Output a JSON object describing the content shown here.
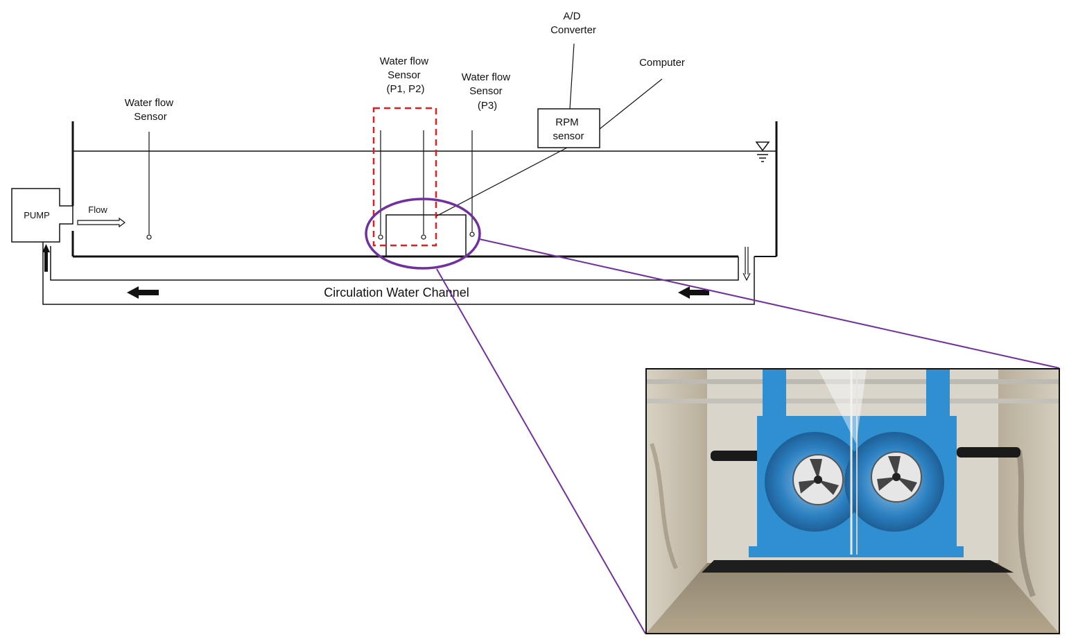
{
  "labels": {
    "ad_converter": [
      "A/D",
      "Converter"
    ],
    "computer": "Computer",
    "sensor_p1p2": [
      "Water flow",
      "Sensor",
      "(P1, P2)"
    ],
    "sensor_p3": [
      "Water flow",
      "Sensor",
      "(P3)"
    ],
    "sensor_inlet": [
      "Water flow",
      "Sensor"
    ],
    "rpm_sensor": [
      "RPM",
      "sensor"
    ],
    "pump": "PUMP",
    "flow": "Flow",
    "channel": "Circulation Water Channel"
  },
  "colors": {
    "line": "#111111",
    "highlight_ellipse": "#7030a0",
    "dashed_box": "#e02020",
    "turbine_blue": "#2f8fd0",
    "photo_wall": "#c9c2b2",
    "photo_floor": "#a89a80"
  },
  "icons": [
    "water-level-symbol-icon",
    "flow-arrow-icon",
    "left-arrow-icon",
    "down-arrow-icon",
    "up-arrow-icon"
  ]
}
